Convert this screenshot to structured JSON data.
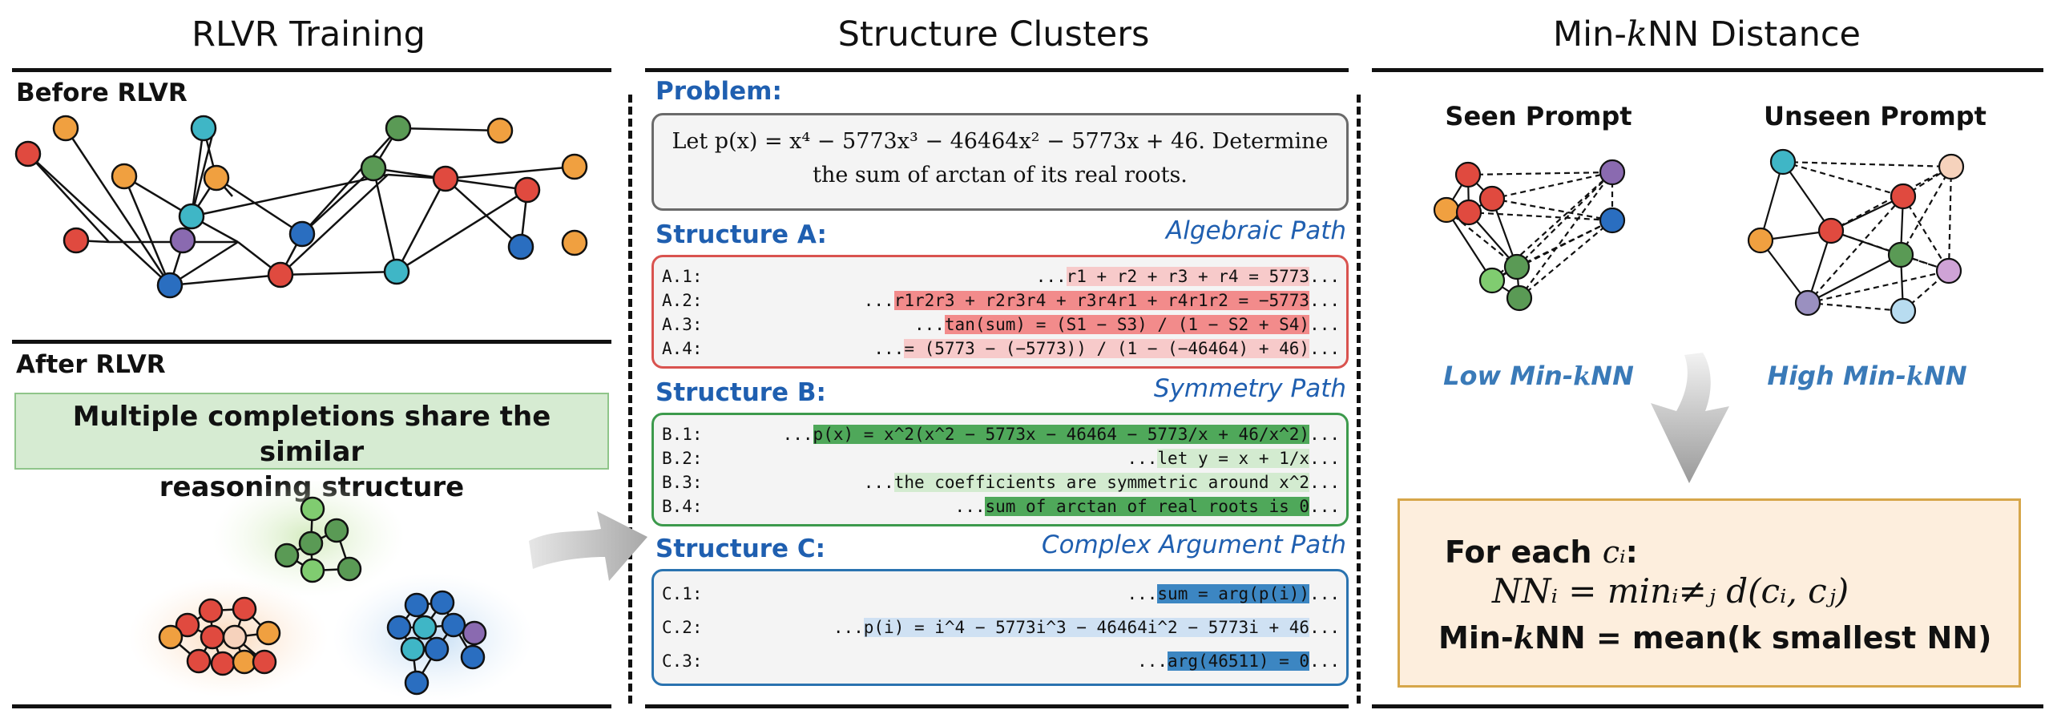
{
  "titles": {
    "left": "RLVR Training",
    "middle": "Structure Clusters",
    "right_prefix": "Min-",
    "right_k": "k",
    "right_suffix": "NN Distance"
  },
  "left": {
    "before_label": "Before RLVR",
    "after_label": "After RLVR",
    "banner_line1": "Multiple completions share the similar",
    "banner_line2": "reasoning structure"
  },
  "middle": {
    "problem_label": "Problem:",
    "problem_line1": "Let p(x) = x⁴ − 5773x³ − 46464x² − 5773x + 46. Determine",
    "problem_line2": "the sum of arctan of its real roots.",
    "structures": [
      {
        "heading": "Structure A:",
        "path": "Algebraic Path",
        "rows": [
          {
            "label": "A.1:",
            "pre": "...",
            "hl": "r1 + r2 + r3 + r4 = 5773",
            "post": "...",
            "style": "red-light"
          },
          {
            "label": "A.2:",
            "pre": "...",
            "hl": "r1r2r3 + r2r3r4 + r3r4r1 + r4r1r2 = −5773",
            "post": "...",
            "style": "red-strong"
          },
          {
            "label": "A.3:",
            "pre": "...",
            "hl": "tan(sum) = (S1 − S3) / (1 − S2 + S4)",
            "post": "...",
            "style": "red-strong"
          },
          {
            "label": "A.4:",
            "pre": "...",
            "hl": "= (5773 − (−5773)) / (1 − (−46464) + 46)",
            "post": "...",
            "style": "red-light"
          }
        ]
      },
      {
        "heading": "Structure B:",
        "path": "Symmetry Path",
        "rows": [
          {
            "label": "B.1:",
            "pre": "...",
            "hl": "p(x) = x^2(x^2 − 5773x − 46464 − 5773/x + 46/x^2)",
            "post": "...",
            "style": "green-strong"
          },
          {
            "label": "B.2:",
            "pre": "...",
            "hl": "let y = x + 1/x",
            "post": "...",
            "style": "green-light"
          },
          {
            "label": "B.3:",
            "pre": "...",
            "hl": "the coefficients are symmetric around x^2",
            "post": "...",
            "style": "green-light"
          },
          {
            "label": "B.4:",
            "pre": "...",
            "hl": "sum of arctan of real roots is 0",
            "post": "...",
            "style": "green-strong"
          }
        ]
      },
      {
        "heading": "Structure C:",
        "path": "Complex Argument Path",
        "rows": [
          {
            "label": "C.1:",
            "pre": "...",
            "hl": "sum = arg(p(i))",
            "post": "...",
            "style": "blue-strong"
          },
          {
            "label": "C.2:",
            "pre": "...",
            "hl": "p(i) = i^4 − 5773i^3 − 46464i^2 − 5773i + 46",
            "post": "...",
            "style": "blue-light"
          },
          {
            "label": "C.3:",
            "pre": "...",
            "hl": "arg(46511) = 0",
            "post": "...",
            "style": "blue-strong"
          }
        ]
      }
    ]
  },
  "right": {
    "seen_label": "Seen Prompt",
    "unseen_label": "Unseen Prompt",
    "low_prefix": "Low Min-",
    "high_prefix": "High Min-",
    "k_letter": "k",
    "nn_suffix": "NN",
    "formula_for_each": "For each ",
    "formula_ci": "cᵢ",
    "formula_colon": ":",
    "formula_nn": "NNᵢ = minᵢ≠ⱼ d(cᵢ, cⱼ)",
    "formula_min_prefix": "Min-",
    "formula_min_k": "k",
    "formula_min_suffix": "NN = mean(k smallest NN)"
  },
  "colors": {
    "red": "#e04a3f",
    "orange": "#f0a040",
    "teal": "#3fb6c6",
    "green": "#5a9a55",
    "light_green": "#80cc70",
    "purple": "#8a6ab0",
    "blue": "#2a6ec0",
    "peach": "#f6d2bc",
    "lavender": "#cfa3d6",
    "slate": "#9a90c0",
    "sky": "#b8dcf0",
    "heading_blue": "#1f5fb0"
  }
}
